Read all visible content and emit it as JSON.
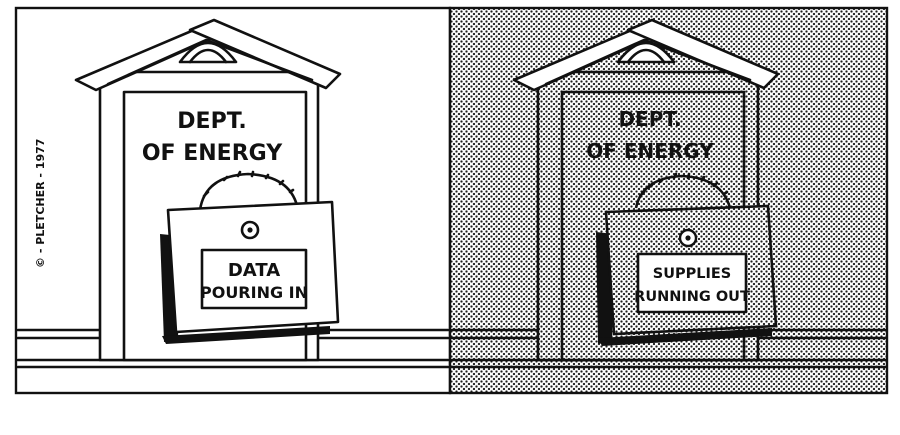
{
  "comic": {
    "copyright": "© - PLETCHER - 1977",
    "panel_left": {
      "building_sign_line1": "DEPT.",
      "building_sign_line2": "OF ENERGY",
      "placard_line1": "DATA",
      "placard_line2": "POURING IN"
    },
    "panel_right": {
      "building_sign_line1": "DEPT.",
      "building_sign_line2": "OF ENERGY",
      "placard_line1": "SUPPLIES",
      "placard_line2": "RUNNING OUT"
    }
  },
  "colors": {
    "ink": "#111111",
    "paper": "#ffffff",
    "screentone": "#b9b9b9"
  }
}
